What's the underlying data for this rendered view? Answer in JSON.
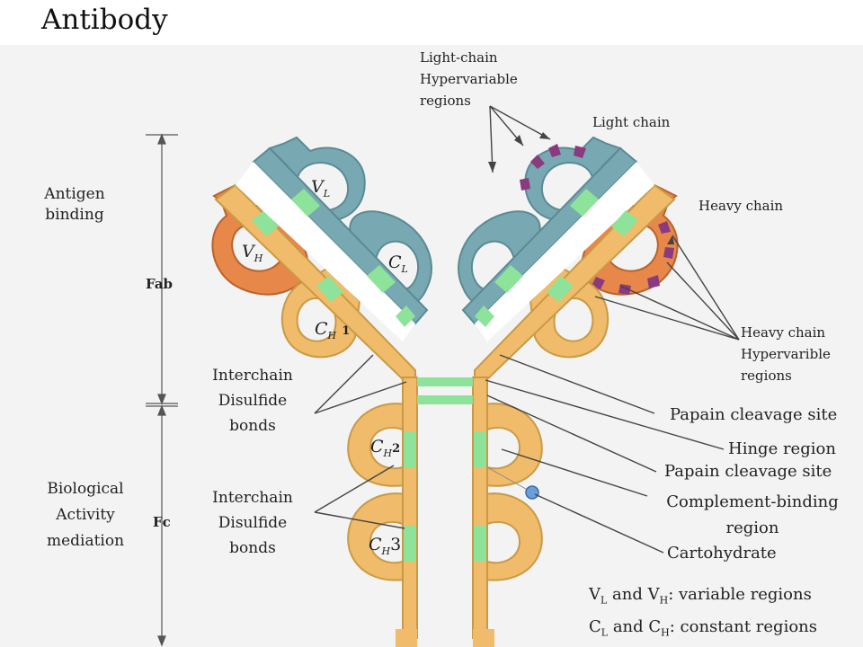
{
  "title": "Antibody",
  "left_labels": {
    "antigen_binding": [
      "Antigen",
      "binding"
    ],
    "fab": "Fab",
    "biological": [
      "Biological",
      "Activity",
      "mediation"
    ],
    "fc": "Fc"
  },
  "domain_labels": {
    "vl": "V",
    "vl_sub": "L",
    "cl": "C",
    "cl_sub": "L",
    "vh": "V",
    "vh_sub": "H",
    "ch1": "C",
    "ch1_sub": "H",
    "ch1_num": "1",
    "ch2": "C",
    "ch2_sub": "H",
    "ch2_num": "2",
    "ch3": "C",
    "ch3_sub": "H",
    "ch3_num": "3"
  },
  "interchain_upper": [
    "Interchain",
    "Disulfide",
    "bonds"
  ],
  "interchain_lower": [
    "Interchain",
    "Disulfide",
    "bonds"
  ],
  "right_labels": {
    "light_hyper": [
      "Light-chain",
      "Hypervariable",
      "regions"
    ],
    "light_chain": "Light chain",
    "heavy_chain": "Heavy chain",
    "heavy_hyper": [
      "Heavy chain",
      "Hypervarible",
      "regions"
    ],
    "papain1": "Papain cleavage site",
    "hinge": "Hinge region",
    "papain2": "Papain cleavage site",
    "complement": [
      "Complement-binding",
      "region"
    ],
    "carbohydrate": "Cartohydrate"
  },
  "legend": {
    "line1_a": "V",
    "line1_a_sub": "L",
    "line1_b": " and V",
    "line1_b_sub": "H",
    "line1_c": ": variable regions",
    "line2_a": "C",
    "line2_a_sub": "L",
    "line2_b": " and C",
    "line2_b_sub": "H",
    "line2_c": ": constant regions"
  },
  "colors": {
    "heavy": "#f0bb6a",
    "heavy_stroke": "#c99a45",
    "variable_heavy": "#e8874a",
    "light": "#78a9b2",
    "light_stroke": "#5a8a93",
    "bond": "#8ee39a",
    "hyper": "#8a3a7e",
    "carb": "#6a9fdc"
  }
}
